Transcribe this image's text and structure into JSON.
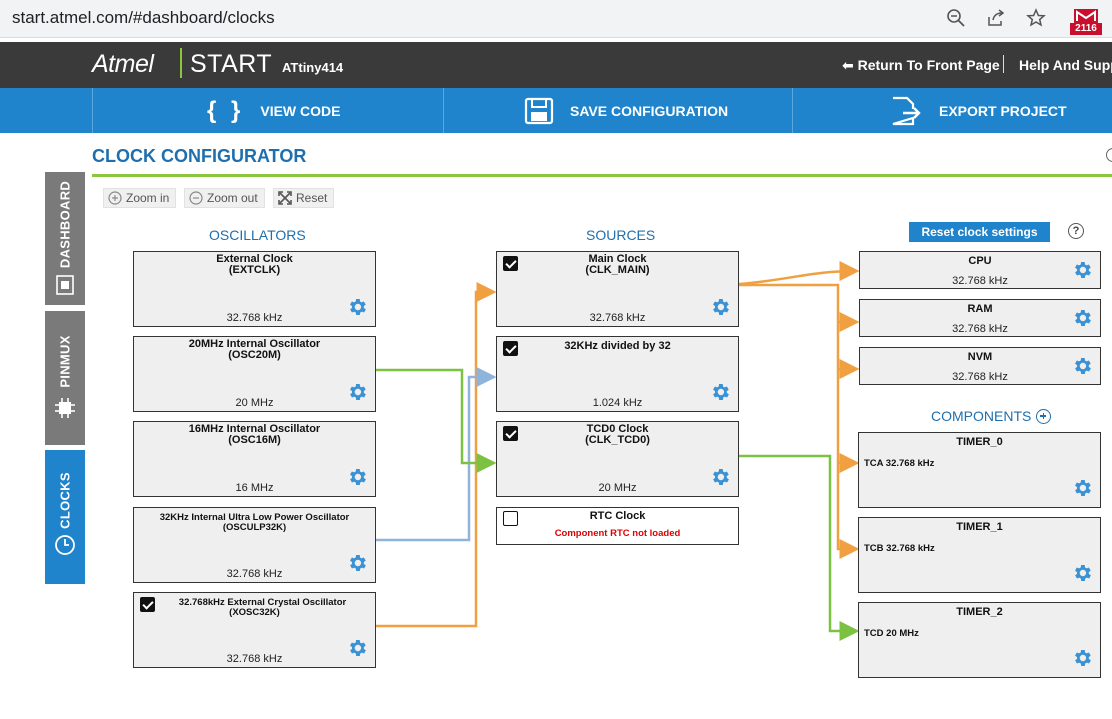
{
  "browser": {
    "url": "start.atmel.com/#dashboard/clocks",
    "extension_badge": "2116"
  },
  "header": {
    "brand_atmel": "Atmel",
    "brand_start": "START",
    "device": "ATtiny414",
    "return_link": "Return To Front Page",
    "help_link": "Help And Supp"
  },
  "toolbar": {
    "view_code": "VIEW CODE",
    "save_configuration": "SAVE CONFIGURATION",
    "export_project": "EXPORT PROJECT"
  },
  "sidebar": {
    "dashboard": "DASHBOARD",
    "pinmux": "PINMUX",
    "clocks": "CLOCKS"
  },
  "page": {
    "title": "CLOCK CONFIGURATOR",
    "zoom_in": "Zoom in",
    "zoom_out": "Zoom out",
    "reset": "Reset",
    "oscillators_heading": "OSCILLATORS",
    "sources_heading": "SOURCES",
    "components_heading": "COMPONENTS",
    "reset_clock_settings": "Reset clock settings",
    "help_glyph": "?"
  },
  "oscillators": [
    {
      "name": "External Clock",
      "id": "(EXTCLK)",
      "value": "32.768 kHz",
      "checkbox": false
    },
    {
      "name": "20MHz Internal Oscillator",
      "id": "(OSC20M)",
      "value": "20 MHz",
      "checkbox": false
    },
    {
      "name": "16MHz Internal Oscillator",
      "id": "(OSC16M)",
      "value": "16 MHz",
      "checkbox": false
    },
    {
      "name": "32KHz Internal Ultra Low Power Oscillator",
      "id": "(OSCULP32K)",
      "value": "32.768 kHz",
      "checkbox": false
    },
    {
      "name": "32.768kHz External Crystal Oscillator",
      "id": "(XOSC32K)",
      "value": "32.768 kHz",
      "checkbox": true,
      "checked": true
    }
  ],
  "sources": [
    {
      "name": "Main Clock",
      "id": "(CLK_MAIN)",
      "value": "32.768 kHz",
      "checked": true
    },
    {
      "name": "32KHz divided by 32",
      "id": "",
      "value": "1.024 kHz",
      "checked": true
    },
    {
      "name": "TCD0 Clock",
      "id": "(CLK_TCD0)",
      "value": "20 MHz",
      "checked": true
    },
    {
      "name": "RTC Clock",
      "error": "Component RTC not loaded",
      "checked": false
    }
  ],
  "domains": [
    {
      "name": "CPU",
      "value": "32.768 kHz"
    },
    {
      "name": "RAM",
      "value": "32.768 kHz"
    },
    {
      "name": "NVM",
      "value": "32.768 kHz"
    }
  ],
  "components": [
    {
      "name": "TIMER_0",
      "clock": "TCA 32.768 kHz"
    },
    {
      "name": "TIMER_1",
      "clock": "TCB 32.768 kHz"
    },
    {
      "name": "TIMER_2",
      "clock": "TCD 20 MHz"
    }
  ],
  "colors": {
    "brand_blue": "#1f84cc",
    "header_dark": "#3a3a3a",
    "accent_green": "#8cc63f",
    "wire_orange": "#f0a040",
    "wire_green": "#7cc242",
    "wire_blue": "#8fb4dc",
    "gear_blue": "#3a92d4",
    "error_red": "#e00000"
  }
}
